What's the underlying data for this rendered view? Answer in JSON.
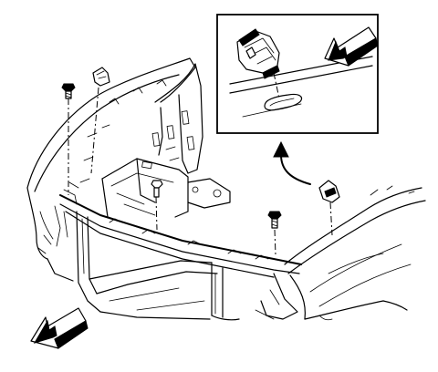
{
  "diagram": {
    "kind": "exploded-assembly-illustration",
    "inset": {
      "present": true
    },
    "arrows": [
      "front-direction-arrow-lower-left",
      "front-direction-arrow-inset",
      "detail-callout-arrow"
    ]
  },
  "colors": {
    "ink": "#000000",
    "paper": "#ffffff"
  }
}
